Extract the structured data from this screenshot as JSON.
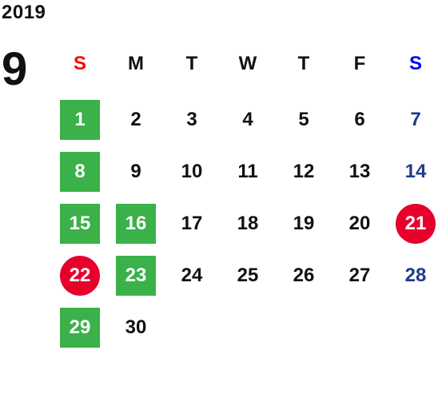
{
  "year": "2019",
  "month": "9",
  "colors": {
    "sunday_header": "#ff0000",
    "saturday_header": "#0000ff",
    "saturday_text": "#1e3c8c",
    "green_highlight": "#3bb149",
    "red_highlight": "#e8002d",
    "default_text": "#111111"
  },
  "weekdays": [
    "S",
    "M",
    "T",
    "W",
    "T",
    "F",
    "S"
  ],
  "weeks": [
    [
      {
        "day": "1",
        "style": "green"
      },
      {
        "day": "2",
        "style": "normal"
      },
      {
        "day": "3",
        "style": "normal"
      },
      {
        "day": "4",
        "style": "normal"
      },
      {
        "day": "5",
        "style": "normal"
      },
      {
        "day": "6",
        "style": "normal"
      },
      {
        "day": "7",
        "style": "sat"
      }
    ],
    [
      {
        "day": "8",
        "style": "green"
      },
      {
        "day": "9",
        "style": "normal"
      },
      {
        "day": "10",
        "style": "normal"
      },
      {
        "day": "11",
        "style": "normal"
      },
      {
        "day": "12",
        "style": "normal"
      },
      {
        "day": "13",
        "style": "normal"
      },
      {
        "day": "14",
        "style": "sat"
      }
    ],
    [
      {
        "day": "15",
        "style": "green"
      },
      {
        "day": "16",
        "style": "green"
      },
      {
        "day": "17",
        "style": "normal"
      },
      {
        "day": "18",
        "style": "normal"
      },
      {
        "day": "19",
        "style": "normal"
      },
      {
        "day": "20",
        "style": "normal"
      },
      {
        "day": "21",
        "style": "red"
      }
    ],
    [
      {
        "day": "22",
        "style": "red"
      },
      {
        "day": "23",
        "style": "green"
      },
      {
        "day": "24",
        "style": "normal"
      },
      {
        "day": "25",
        "style": "normal"
      },
      {
        "day": "26",
        "style": "normal"
      },
      {
        "day": "27",
        "style": "normal"
      },
      {
        "day": "28",
        "style": "sat"
      }
    ],
    [
      {
        "day": "29",
        "style": "green"
      },
      {
        "day": "30",
        "style": "normal"
      },
      {
        "day": "",
        "style": "empty"
      },
      {
        "day": "",
        "style": "empty"
      },
      {
        "day": "",
        "style": "empty"
      },
      {
        "day": "",
        "style": "empty"
      },
      {
        "day": "",
        "style": "empty"
      }
    ]
  ]
}
